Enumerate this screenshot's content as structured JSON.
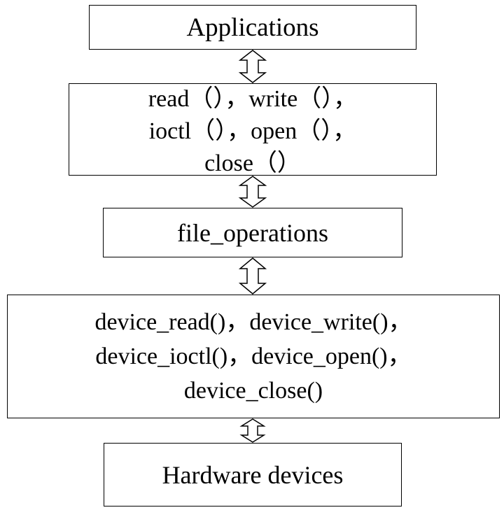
{
  "diagram": {
    "boxes": {
      "applications": {
        "lines": [
          "Applications"
        ]
      },
      "syscalls": {
        "lines": [
          "read（），write（），",
          "ioctl（），open（），",
          "close（）"
        ]
      },
      "file_operations": {
        "lines": [
          "file_operations"
        ]
      },
      "device_functions": {
        "lines": [
          "device_read()，device_write()，",
          "device_ioctl()，device_open()，",
          "device_close()"
        ]
      },
      "hardware": {
        "lines": [
          "Hardware devices"
        ]
      }
    },
    "arrows": [
      {
        "from": "applications",
        "to": "syscalls",
        "style": "double-headed hollow"
      },
      {
        "from": "syscalls",
        "to": "file_operations",
        "style": "double-headed hollow"
      },
      {
        "from": "file_operations",
        "to": "device_functions",
        "style": "double-headed hollow"
      },
      {
        "from": "device_functions",
        "to": "hardware",
        "style": "double-headed hollow"
      }
    ]
  }
}
